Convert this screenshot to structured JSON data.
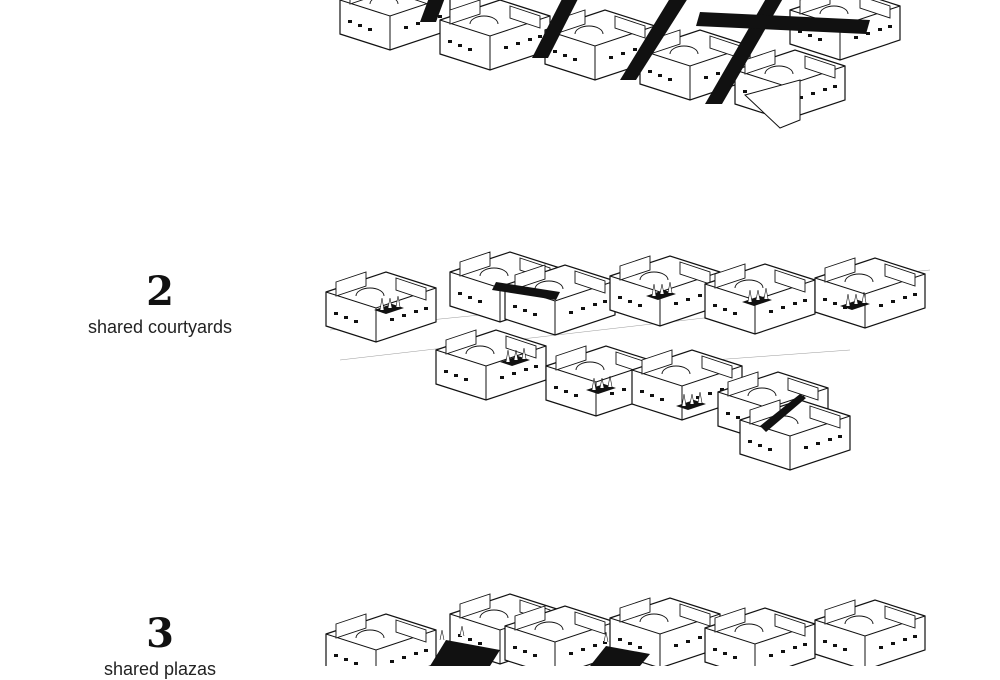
{
  "sections": [
    {
      "number": "",
      "caption": ""
    },
    {
      "number": "2",
      "caption": "shared courtyards"
    },
    {
      "number": "3",
      "caption": "shared plazas"
    }
  ],
  "colors": {
    "ink": "#111111",
    "paper": "#ffffff",
    "hatch": "#999999"
  }
}
